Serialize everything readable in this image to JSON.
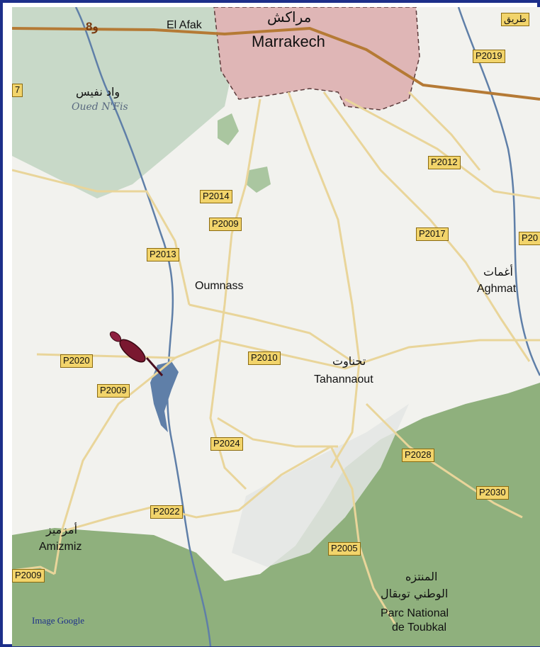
{
  "map": {
    "colors": {
      "frame": "#1d2f8a",
      "land": "#f2f2ee",
      "park": "#c8d9c8",
      "forest": "#8fb07d",
      "urban": "#dfb6b6",
      "water": "#5f7fa8",
      "road": "#e9d59a",
      "highway": "#b57a35",
      "shield": "#f2d46b"
    },
    "places": {
      "marrakech_ar": "مراكش",
      "marrakech": "Marrakech",
      "el_afak": "El Afak",
      "oued_nfis_ar": "واد نفيس",
      "oued_nfis": "Oued N'Fis",
      "oumnass": "Oumnass",
      "aghmat_ar": "أغمات",
      "aghmat": "Aghmat",
      "tahannaout_ar": "تحناوت",
      "tahannaout": "Tahannaout",
      "amizmiz_ar": "أمزميز",
      "amizmiz": "Amizmiz",
      "park_ar_line1": "المنتزه",
      "park_ar_line2": "الوطني توبقال",
      "park_line1": "Parc National",
      "park_line2": "de Toubkal"
    },
    "road_labels": {
      "p2019": "P2019",
      "p2012": "P2012",
      "p2014": "P2014",
      "p2009_top": "P2009",
      "p2017": "P2017",
      "p20_edge": "P20",
      "p2013": "P2013",
      "p2020": "P2020",
      "p2009_mid": "P2009",
      "p2010": "P2010",
      "p2024": "P2024",
      "p2028": "P2028",
      "p2030": "P2030",
      "p2022": "P2022",
      "p2005": "P2005",
      "p2009_bottom": "P2009",
      "edge_7": "7",
      "highway_top": "طريق"
    },
    "highway_badge": "و8",
    "marker_icon": "pushpin-icon",
    "credit": "Image Google"
  }
}
